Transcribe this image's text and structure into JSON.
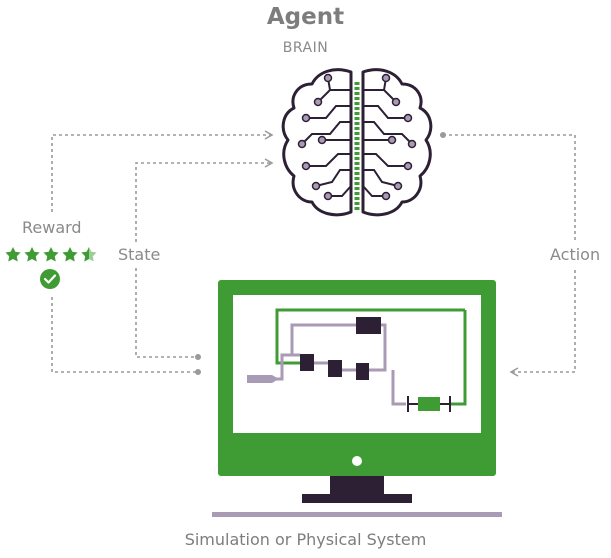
{
  "header": {
    "title": "Agent",
    "subtitle": "BRAIN"
  },
  "labels": {
    "reward": "Reward",
    "state": "State",
    "action": "Action"
  },
  "reward": {
    "rating": 4.5,
    "max": 5,
    "check": "check-icon"
  },
  "caption": "Simulation or Physical System",
  "colors": {
    "green": "#3f9c35",
    "purple": "#2d2035",
    "lavender": "#a99bb3",
    "gray": "#9a9a9a"
  }
}
